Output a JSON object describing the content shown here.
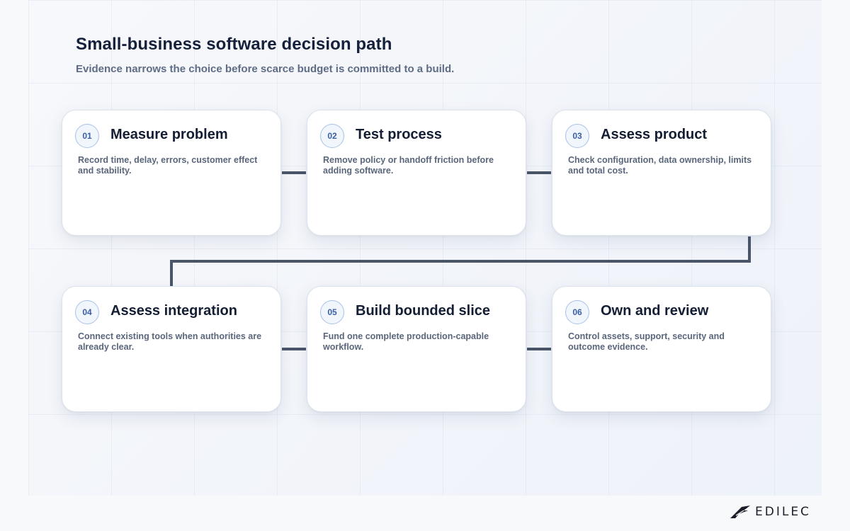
{
  "header": {
    "title": "Small-business software decision path",
    "subtitle": "Evidence narrows the choice before scarce budget is committed to a build."
  },
  "steps": [
    {
      "number": "01",
      "title": "Measure problem",
      "description": "Record time, delay, errors, customer effect and stability."
    },
    {
      "number": "02",
      "title": "Test process",
      "description": "Remove policy or handoff friction before adding software."
    },
    {
      "number": "03",
      "title": "Assess product",
      "description": "Check configuration, data ownership, limits and total cost."
    },
    {
      "number": "04",
      "title": "Assess integration",
      "description": "Connect existing tools when authorities are already clear."
    },
    {
      "number": "05",
      "title": "Build bounded slice",
      "description": "Fund one complete production-capable workflow."
    },
    {
      "number": "06",
      "title": "Own and review",
      "description": "Control assets, support, security and outcome evidence."
    }
  ],
  "brand": {
    "name": "EDILEC",
    "icon": "bird-logo-icon"
  },
  "colors": {
    "connector": "#4a5568",
    "badge_text": "#3b5fa6",
    "title_text": "#131d33"
  }
}
